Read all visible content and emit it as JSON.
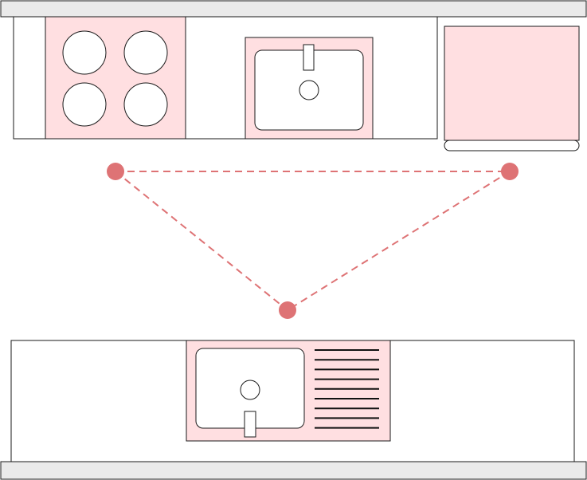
{
  "diagram": {
    "kind": "galley-kitchen-work-triangle",
    "colors": {
      "appliance_fill": "#ffdfe1",
      "wall_fill": "#eaeaea",
      "outline": "#1a1a1a",
      "triangle": "#de7375",
      "drainer_lines": "#111111",
      "background": "#ffffff"
    },
    "elements": [
      "top-wall",
      "upper-counter",
      "cooktop",
      "upper-sink",
      "refrigerator",
      "work-triangle",
      "lower-counter",
      "lower-sink-with-drainer",
      "bottom-wall"
    ],
    "cooktop_burners": 4,
    "drainer_ridges": 9,
    "work_triangle_points": 3
  }
}
